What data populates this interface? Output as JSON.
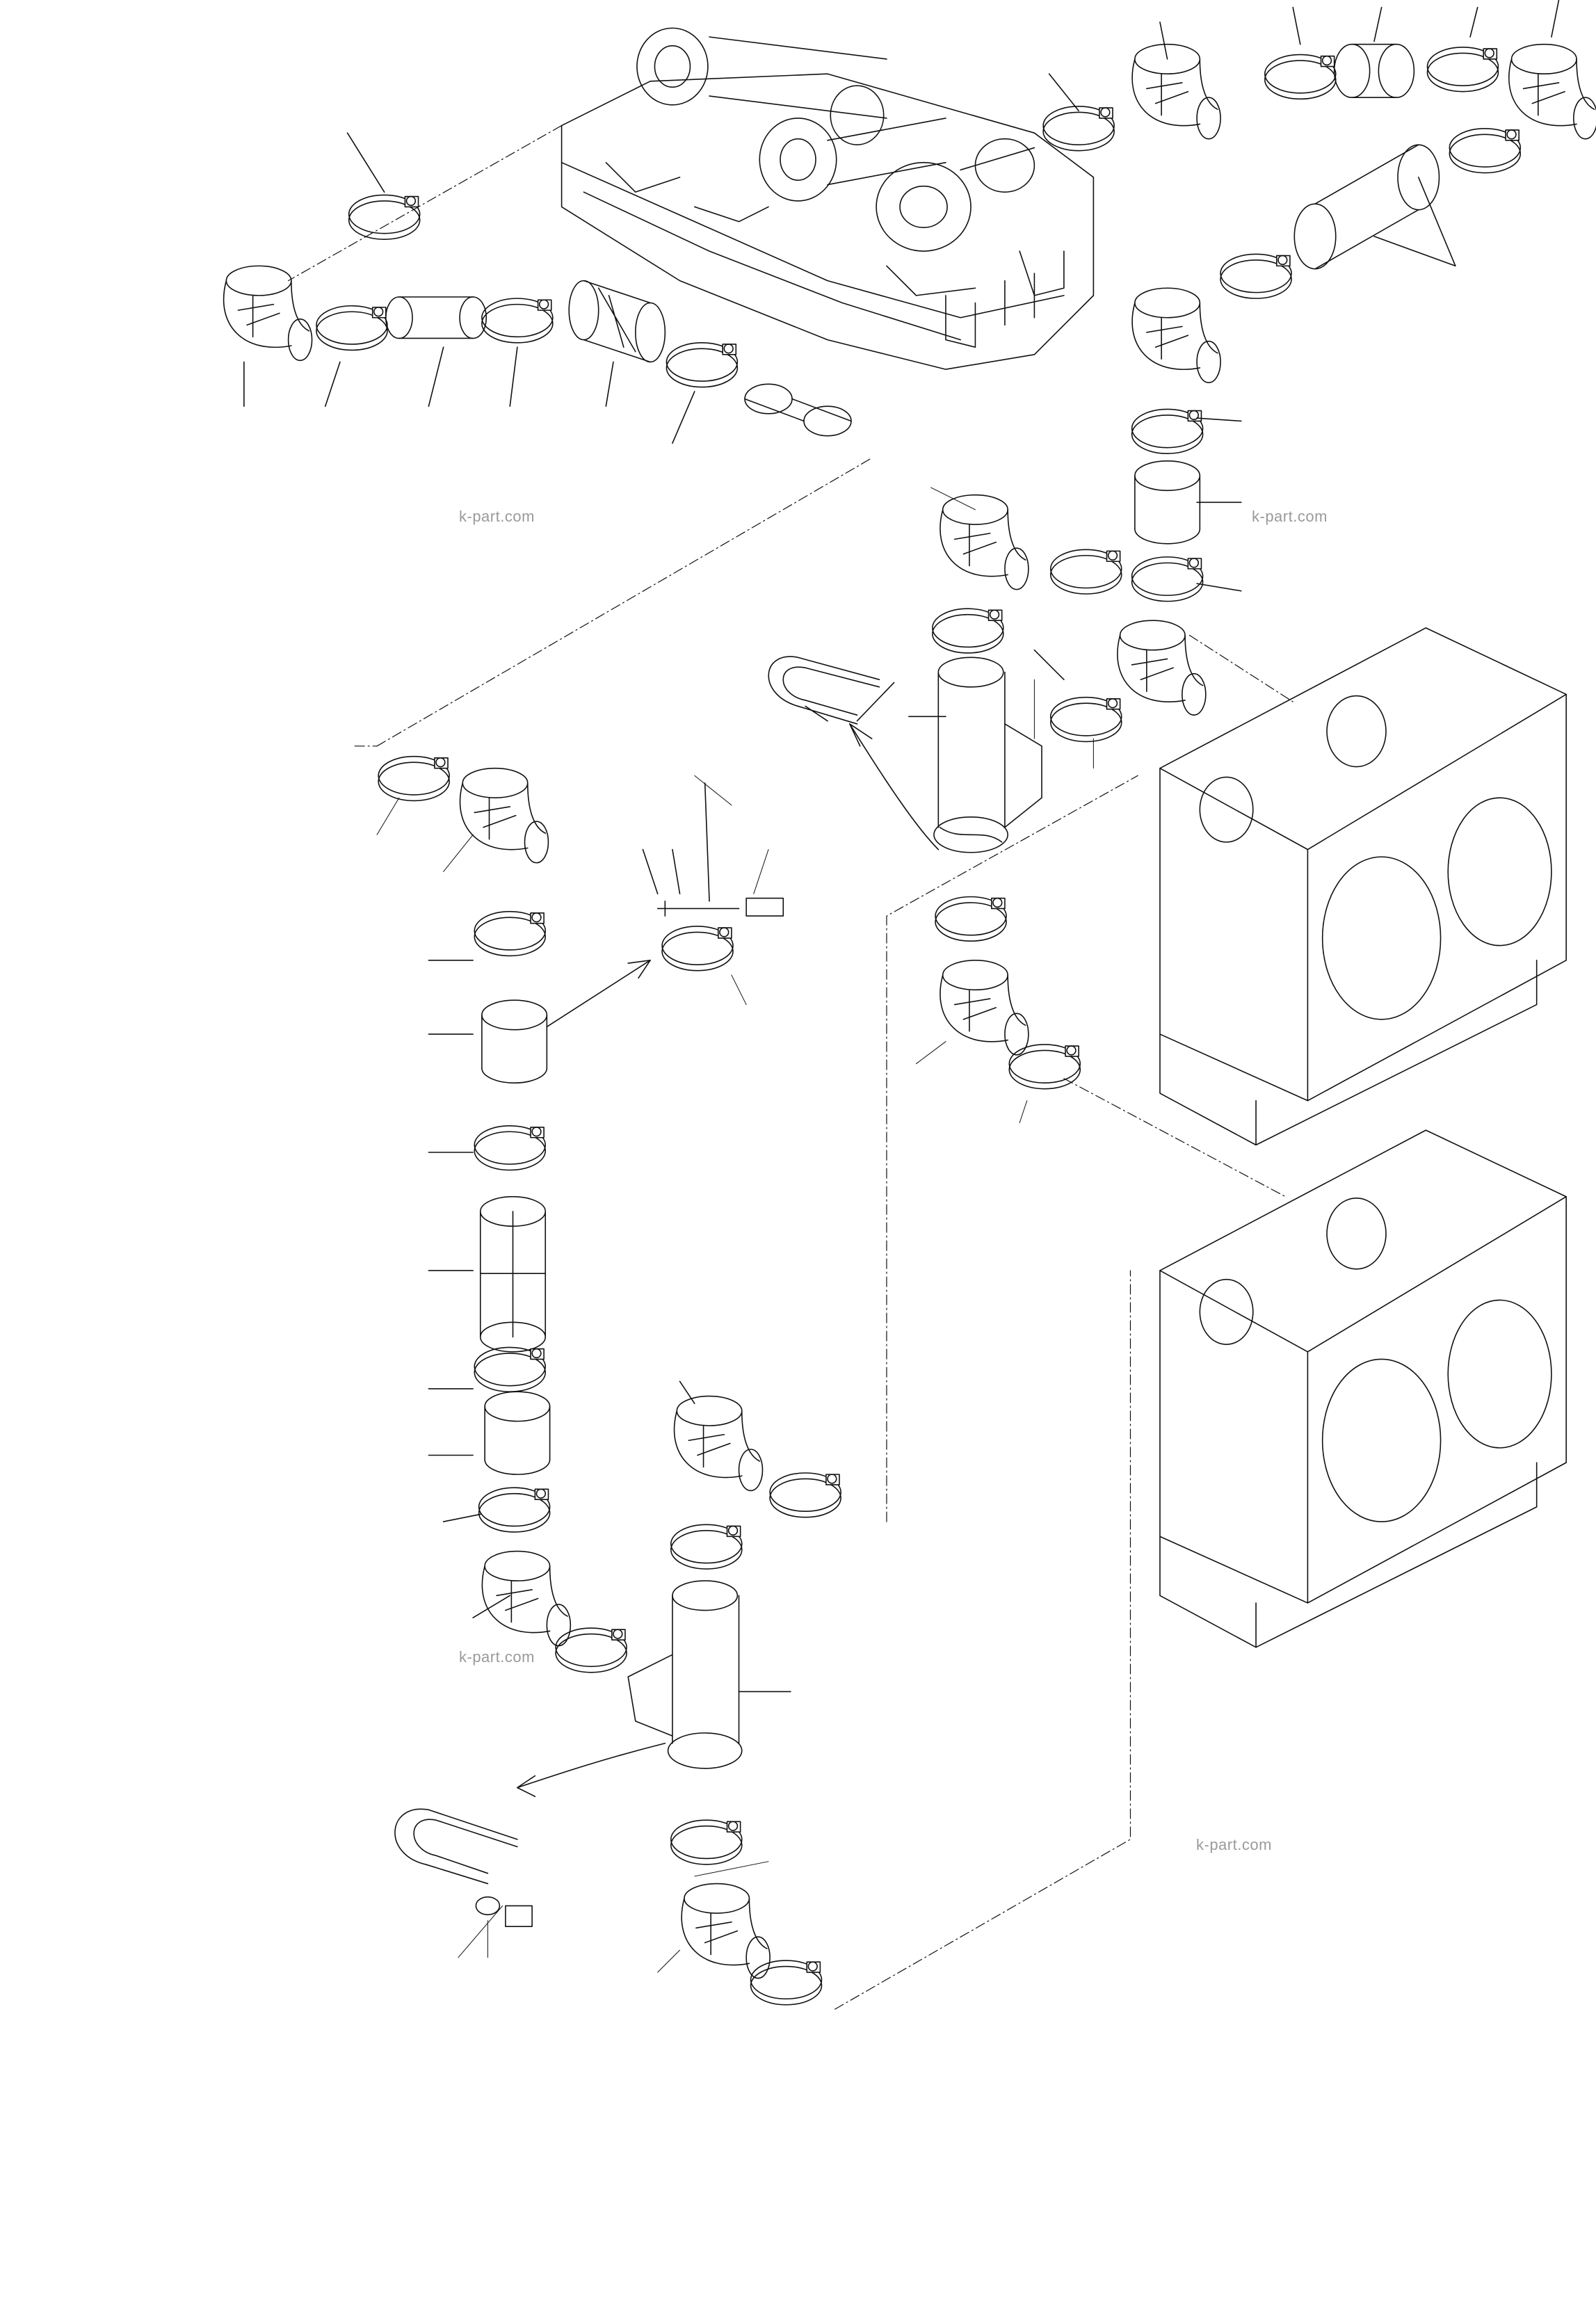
{
  "watermarks": [
    "k-part.com",
    "k-part.com",
    "k-part.com",
    "k-part.com"
  ],
  "colors": {
    "ink": "#111111",
    "paper": "#ffffff",
    "watermark": "#9a9a9a"
  }
}
